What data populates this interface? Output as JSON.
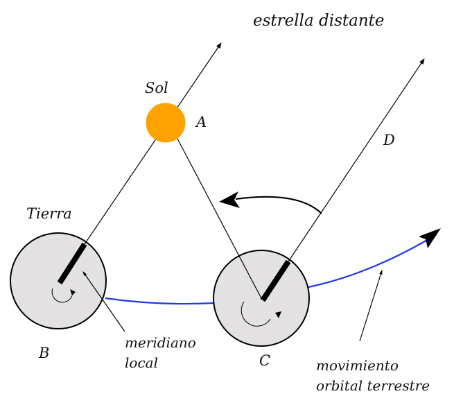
{
  "labels": {
    "distant_star": "estrella distante",
    "sun": "Sol",
    "point_a": "A",
    "point_d": "D",
    "earth": "Tierra",
    "point_b": "B",
    "point_c": "C",
    "local_meridian_line1": "meridiano",
    "local_meridian_line2": "local",
    "orbital_motion_line1": "movimiento",
    "orbital_motion_line2": "orbital terrestre"
  },
  "colors": {
    "sun_fill": "#FFA200",
    "earth_fill": "#E3E1E2",
    "orbit_stroke": "#1F3BE6",
    "line_stroke": "#000000"
  }
}
